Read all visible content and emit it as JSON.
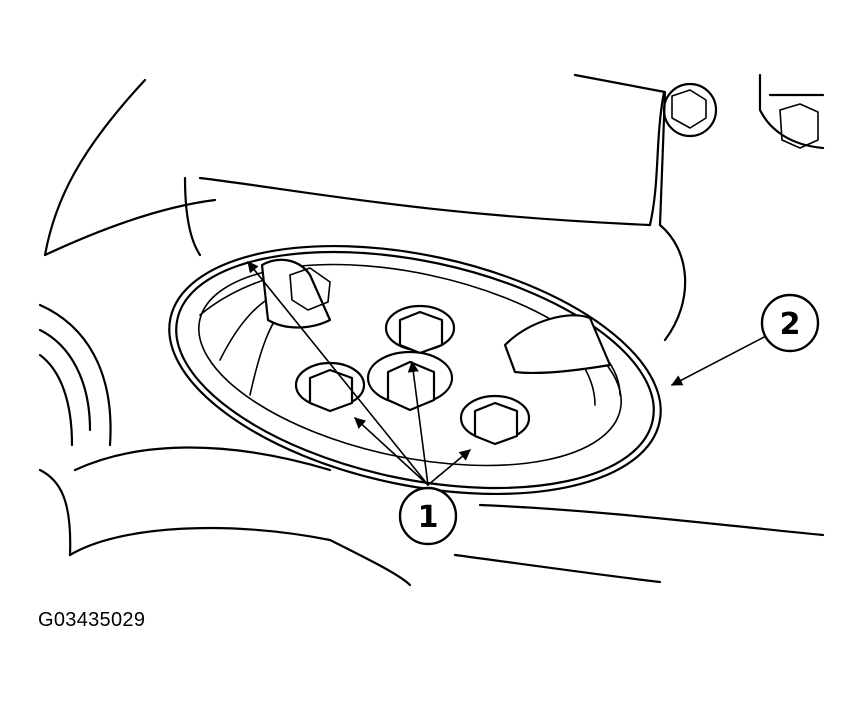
{
  "figure_id": "G03435029",
  "callouts": [
    {
      "label": "1"
    },
    {
      "label": "2"
    }
  ]
}
